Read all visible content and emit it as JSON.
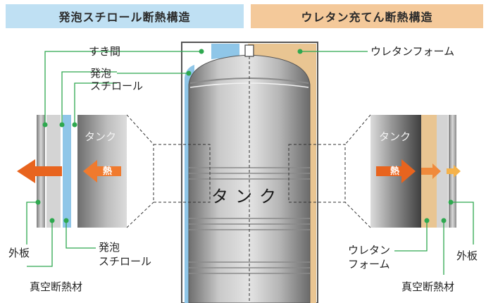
{
  "header": {
    "left_title": "発泡スチロール断熱構造",
    "right_title": "ウレタン充てん断熱構造"
  },
  "labels": {
    "gap": "すき間",
    "foam_line1": "発泡",
    "foam_line2": "スチロール",
    "urethane_foam": "ウレタンフォーム",
    "tank_center": "タンク",
    "tank_left": "タンク",
    "tank_right": "タンク",
    "heat_left": "熱",
    "heat_right": "熱",
    "outer_plate_left": "外板",
    "outer_plate_right": "外板",
    "foam_bottom_line1": "発泡",
    "foam_bottom_line2": "スチロール",
    "vacuum_left": "真空断熱材",
    "vacuum_right": "真空断熱材",
    "urethane_bottom_line1": "ウレタン",
    "urethane_bottom_line2": "フォーム"
  },
  "colors": {
    "left_header": "#bfe0f3",
    "right_header": "#f4c99a",
    "foam": "#8fc6e8",
    "urethane": "#e9c592",
    "leader": "#2ea84f",
    "heat_arrow": "#e8641e",
    "tank_steel": "#9a9a9a"
  }
}
